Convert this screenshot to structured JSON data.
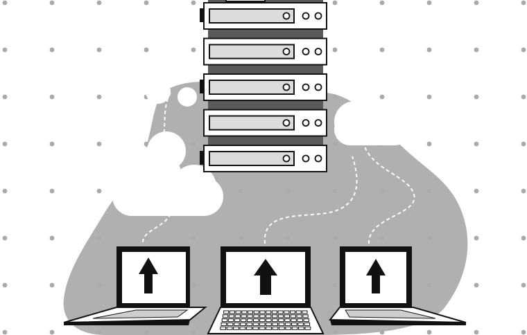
{
  "illustration": {
    "subject": "server-rack-upload-network",
    "colors": {
      "background": "#ffffff",
      "dot": "#a9a9a9",
      "blob": "#b0b0b0",
      "cloud": "#ffffff",
      "outline": "#111111",
      "rack_band": "#5a5a5a",
      "drive_bay": "#dcdcdc",
      "screen": "#ffffff",
      "keyboard": "#cfcfcf",
      "connector": "#ffffff"
    },
    "icons": [
      "server-rack-icon",
      "laptop-icon",
      "upload-arrow-icon",
      "cloud-icon"
    ],
    "server_rack": {
      "unit_count": 5,
      "leds_per_unit": 2
    },
    "laptops": [
      {
        "view": "angled-left",
        "screen_icon": "upload-arrow-icon"
      },
      {
        "view": "front",
        "screen_icon": "upload-arrow-icon"
      },
      {
        "view": "angled-right",
        "screen_icon": "upload-arrow-icon"
      }
    ]
  }
}
